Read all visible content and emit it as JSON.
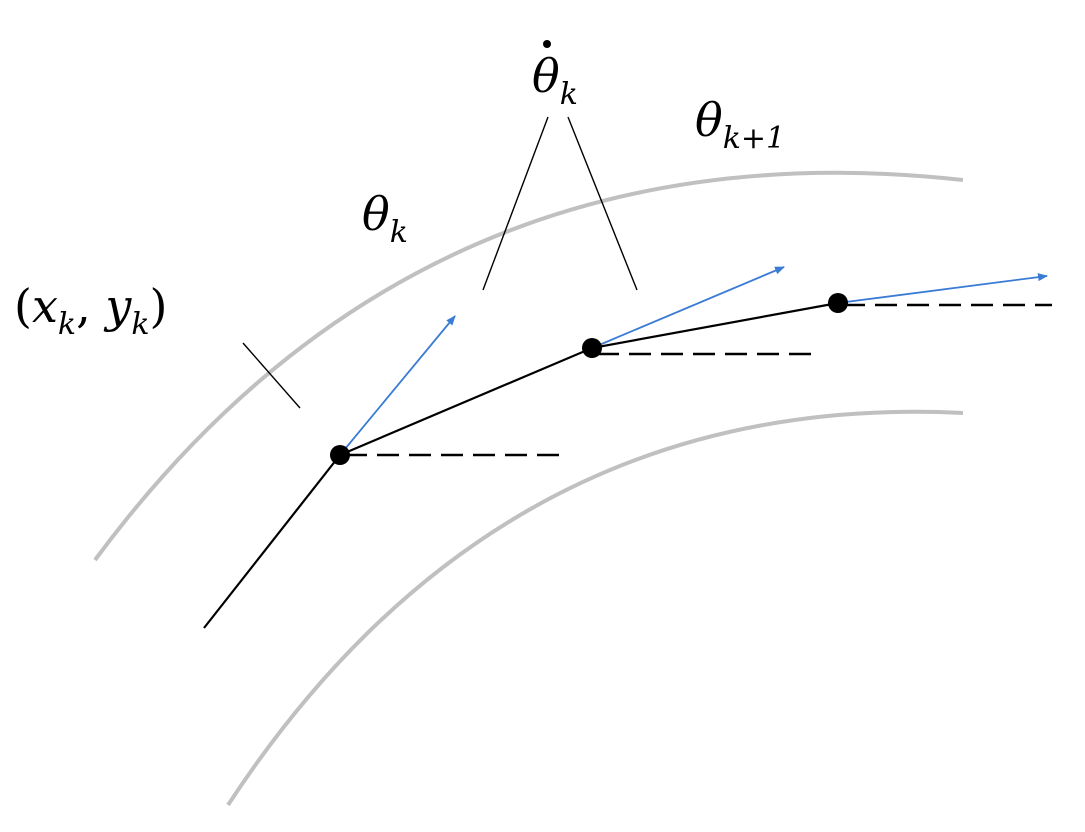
{
  "labels": {
    "point": {
      "open": "(",
      "x": "x",
      "x_sub": "k",
      "comma": ", ",
      "y": "y",
      "y_sub": "k",
      "close": ")"
    },
    "theta_k": {
      "symbol": "θ",
      "sub": "k"
    },
    "theta_dot_k": {
      "symbol": "θ",
      "sub": "k"
    },
    "theta_k1": {
      "symbol": "θ",
      "sub": "k+1"
    }
  },
  "colors": {
    "boundary": "#c0c0c0",
    "path": "#000000",
    "heading_arrow": "#3a7bd5",
    "reference": "#000000",
    "leader": "#000000"
  }
}
